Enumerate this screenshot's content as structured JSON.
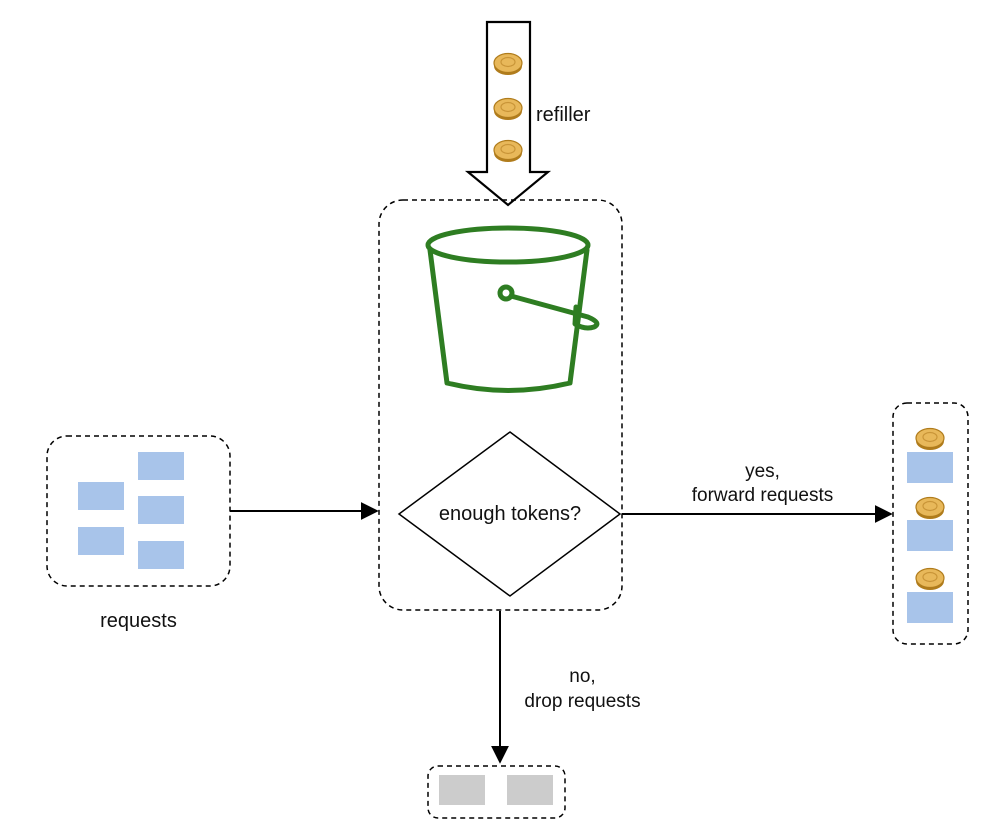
{
  "refiller": {
    "label": "refiller",
    "coin_count": 3
  },
  "bucket": {
    "icon": "bucket-icon",
    "stroke_color": "#2e7d22"
  },
  "decision": {
    "label": "enough tokens?"
  },
  "requests": {
    "label": "requests",
    "request_count": 5,
    "request_color": "#a8c4ea"
  },
  "forward": {
    "label_line1": "yes,",
    "label_line2": "forward requests",
    "item_count": 3
  },
  "drop": {
    "label_line1": "no,",
    "label_line2": "drop requests",
    "item_count": 2,
    "dropped_color": "#cccccc"
  },
  "colors": {
    "coin_fill": "#e8b85a",
    "coin_stroke": "#b07c1c",
    "line": "#000000"
  }
}
